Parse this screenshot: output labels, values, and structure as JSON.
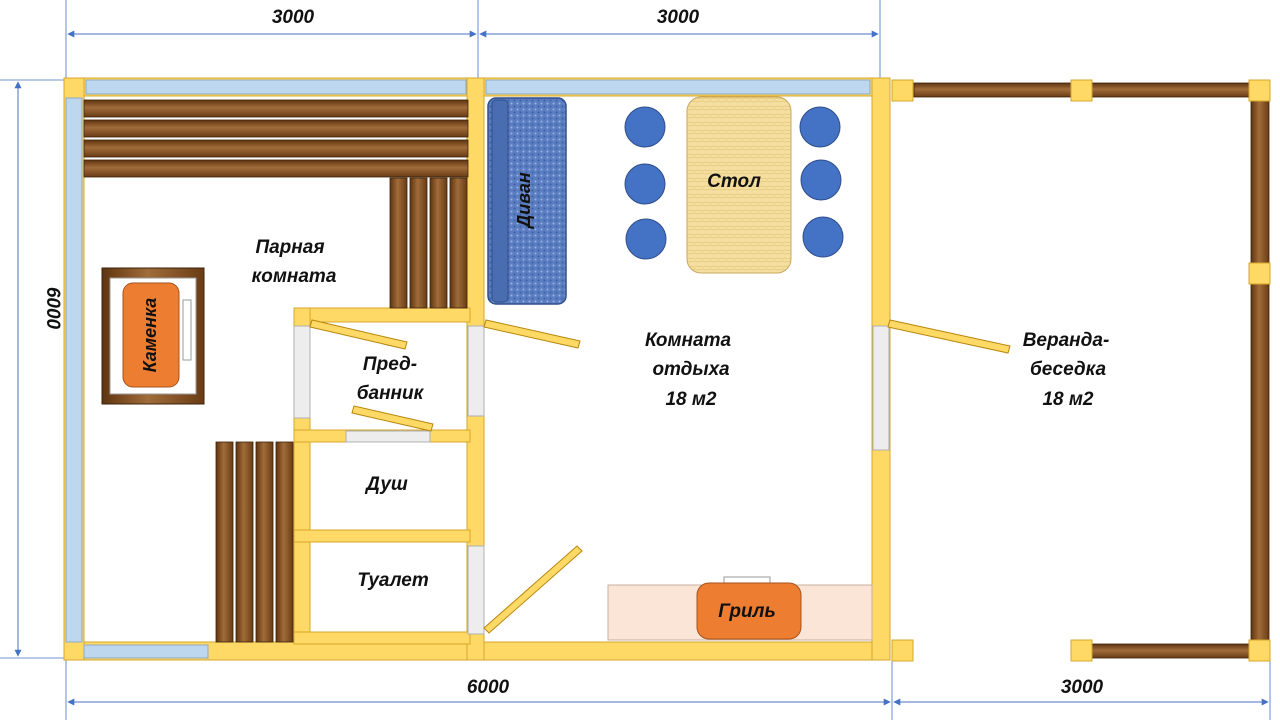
{
  "dimensions": {
    "top_left": "3000",
    "top_right": "3000",
    "left_height": "6000",
    "bottom_main": "6000",
    "bottom_veranda": "3000"
  },
  "rooms": {
    "steam_room": [
      "Парная",
      "комната"
    ],
    "stove": "Каменка",
    "dressing_room": [
      "Пред-",
      "банник"
    ],
    "shower": "Душ",
    "toilet": "Туалет",
    "rest_room": [
      "Комната",
      "отдыха",
      "18 м2"
    ],
    "veranda": [
      "Веранда-",
      "беседка",
      "18 м2"
    ]
  },
  "furniture": {
    "sofa": "Диван",
    "table": "Стол",
    "grill": "Гриль"
  },
  "colors": {
    "wall": "#ffd966",
    "wall_stroke": "#d4a72c",
    "window": "#bdd7ee",
    "wood_dark": "#7b4a1e",
    "wood_light": "#b8875a",
    "stove": "#ed7d31",
    "sofa": "#5b7ec2",
    "chair": "#4472c4",
    "table": "#f5dfa0",
    "dim_line": "#4472c4"
  }
}
